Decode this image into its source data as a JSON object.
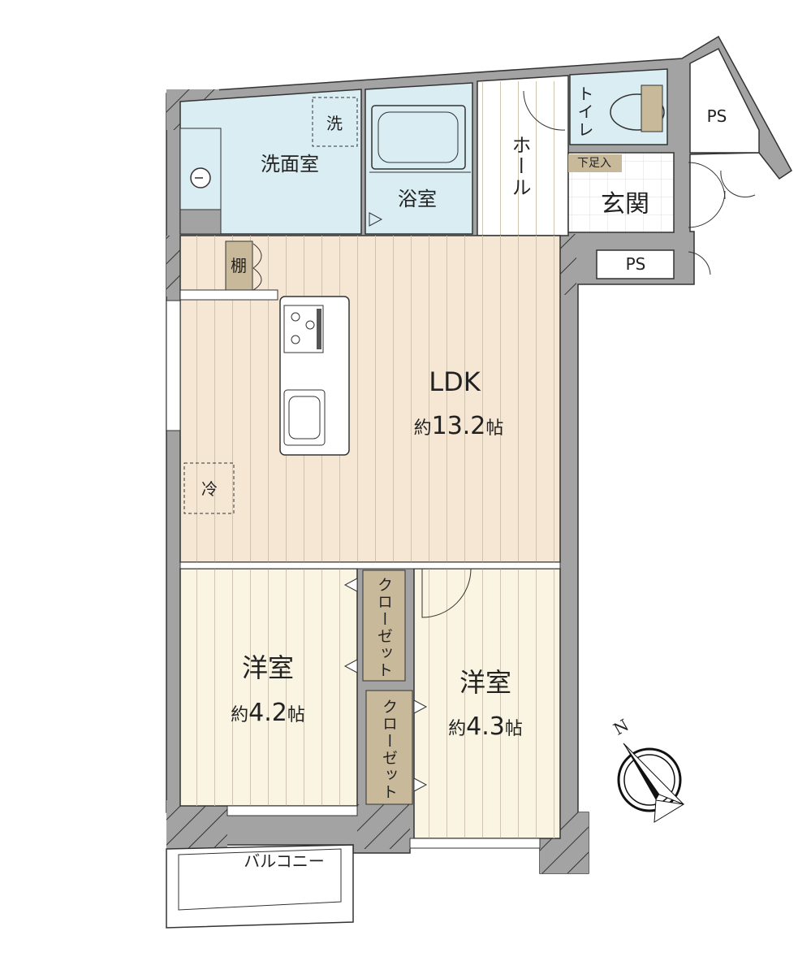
{
  "colors": {
    "wall": "#a3a3a3",
    "wet": "#d9edf3",
    "ldk": "#f6e7d4",
    "bedroom": "#f9f5e2",
    "storage": "#c9b99b",
    "line": "#333333"
  },
  "rooms": {
    "washroom": "洗面室",
    "washer": "洗",
    "bath": "浴室",
    "hall": "ホール",
    "toilet": "トイレ",
    "ps_top": "PS",
    "shoe": "下足入",
    "entrance": "玄関",
    "ps_bottom": "PS",
    "shelf": "棚",
    "ldk": {
      "name": "LDK",
      "prefix": "約",
      "size": "13.2",
      "unit": "帖"
    },
    "fridge": "冷",
    "bedroom1": {
      "name": "洋室",
      "prefix": "約",
      "size": "4.2",
      "unit": "帖"
    },
    "bedroom2": {
      "name": "洋室",
      "prefix": "約",
      "size": "4.3",
      "unit": "帖"
    },
    "closet1": "クローゼット",
    "closet2": "クローゼット",
    "balcony": "バルコニー"
  },
  "compass": {
    "label": "N"
  }
}
